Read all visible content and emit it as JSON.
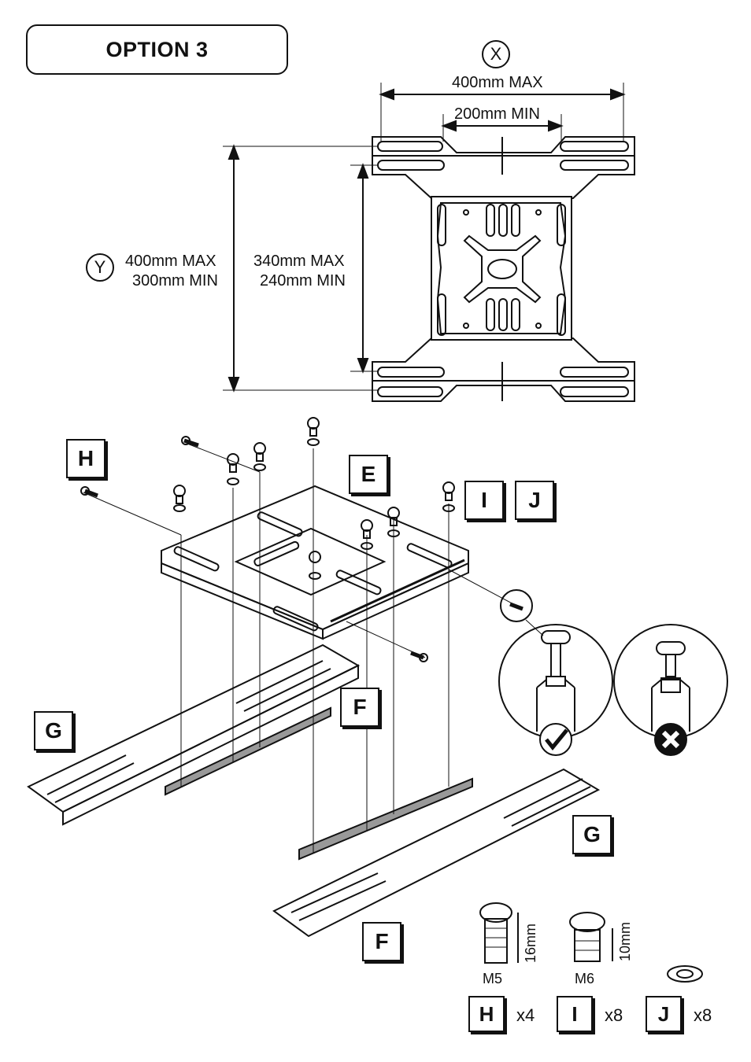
{
  "header": {
    "title": "OPTION 3"
  },
  "dimensions": {
    "x_axis": {
      "symbol": "X",
      "max": "400mm MAX",
      "min": "200mm MIN"
    },
    "y_axis": {
      "symbol": "Y",
      "outer_max": "400mm MAX",
      "outer_min": "300mm MIN",
      "inner_max": "340mm MAX",
      "inner_min": "240mm MIN"
    }
  },
  "parts": {
    "H": "H",
    "E": "E",
    "I": "I",
    "J": "J",
    "F": "F",
    "G": "G"
  },
  "hardware": {
    "h": {
      "tag": "H",
      "thread": "M5",
      "length": "16mm",
      "qty": "x4"
    },
    "i": {
      "tag": "I",
      "thread": "M6",
      "length": "10mm",
      "qty": "x8"
    },
    "j": {
      "tag": "J",
      "qty": "x8"
    }
  }
}
